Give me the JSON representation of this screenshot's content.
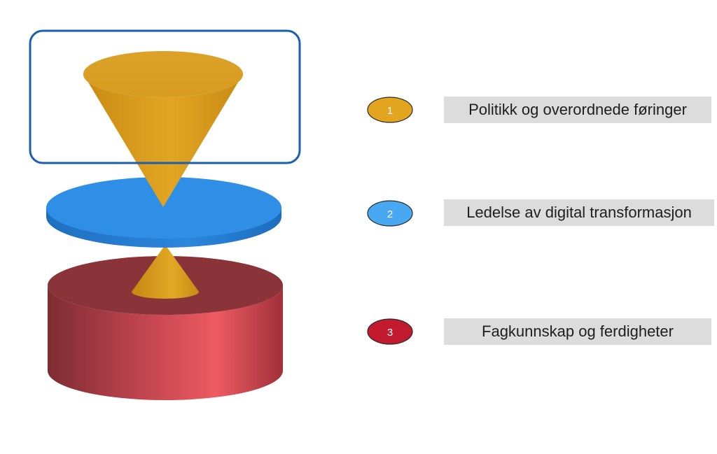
{
  "colors": {
    "frame": "#1a5fb0",
    "cone_gold": "#e0a21f",
    "disk_blue": "#2f8fe6",
    "cylinder_red": "#c23b45",
    "badge_1": "#e3a420",
    "badge_2": "#48a8f2",
    "badge_3": "#c21a2e",
    "label_bg": "#dcdcdc"
  },
  "legend": [
    {
      "number": "1",
      "text": "Politikk og overordnede føringer",
      "color": "#e3a420"
    },
    {
      "number": "2",
      "text": "Ledelse av digital transformasjon",
      "color": "#48a8f2"
    },
    {
      "number": "3",
      "text": "Fagkunnskap og ferdigheter",
      "color": "#c21a2e"
    }
  ]
}
